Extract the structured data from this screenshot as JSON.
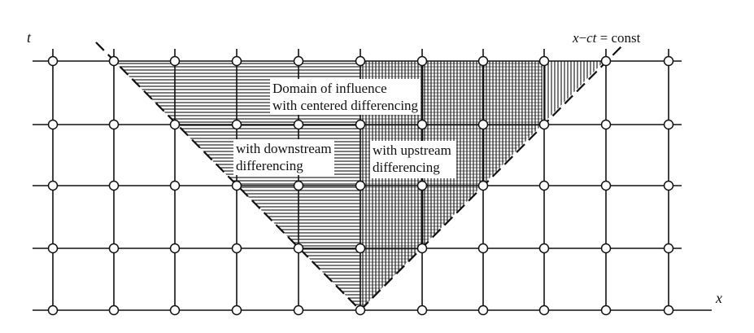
{
  "axes": {
    "t_label": "t",
    "x_label": "x"
  },
  "characteristic": {
    "var_x": "x",
    "minus": "−",
    "var_ct": "ct",
    "rest": " = const"
  },
  "regions": {
    "centered": {
      "line1": "Domain of influence",
      "line2": "with centered differencing"
    },
    "downstream": {
      "line1": "with downstream",
      "line2": "differencing"
    },
    "upstream": {
      "line1": "with upstream",
      "line2": "differencing"
    }
  },
  "colors": {
    "ink": "#111111",
    "paper": "#ffffff"
  }
}
